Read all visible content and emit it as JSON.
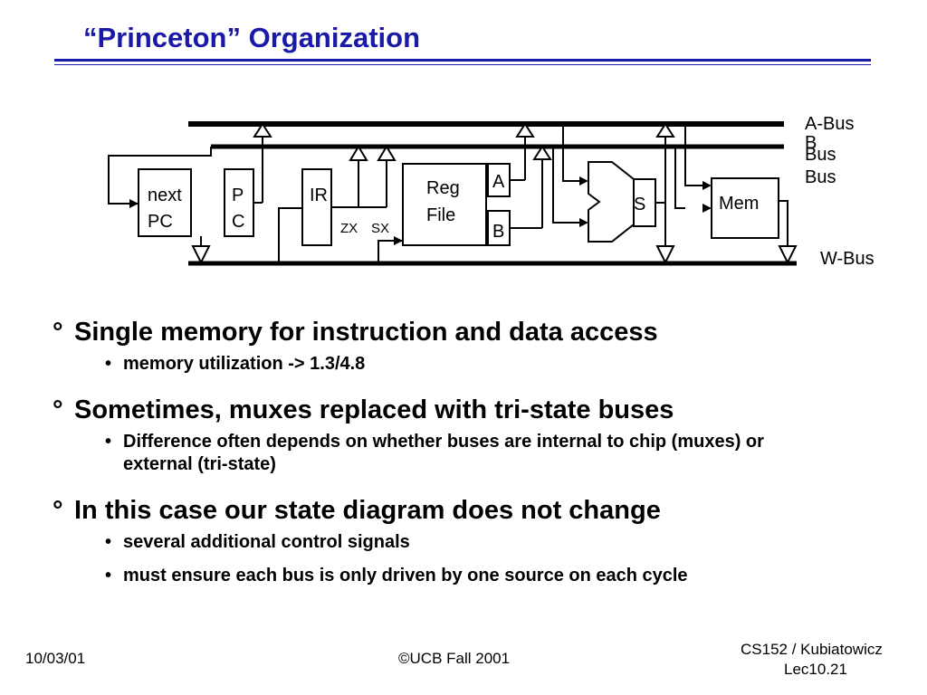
{
  "slide": {
    "title": "“Princeton” Organization",
    "footer": {
      "date": "10/03/01",
      "copyright": "©UCB Fall 2001",
      "course": "CS152 / Kubiatowicz",
      "lecture": "Lec10.21"
    }
  },
  "diagram": {
    "buses": {
      "a_bus": "A-Bus",
      "b_bus_lines": [
        "B",
        "Bus"
      ],
      "b_bus_overlap_lines": [
        "Bus"
      ],
      "w_bus": "W-Bus"
    },
    "blocks": {
      "next_pc": [
        "next",
        "PC"
      ],
      "pc": [
        "P",
        "C"
      ],
      "ir": "IR",
      "zx": "ZX",
      "sx": "SX",
      "reg_file": [
        "Reg",
        "File"
      ],
      "reg_a": "A",
      "reg_b": "B",
      "s": "S",
      "mem": "Mem"
    }
  },
  "bullets": [
    {
      "marker": "°",
      "text": "Single memory for instruction and data access",
      "sub": [
        "memory utilization -> 1.3/4.8"
      ]
    },
    {
      "marker": "°",
      "text": "Sometimes, muxes replaced with tri-state buses",
      "sub": [
        "Difference often depends on whether buses are internal to chip (muxes) or external (tri-state)"
      ]
    },
    {
      "marker": "°",
      "text": "In this case our state diagram does not change",
      "sub": [
        "several additional control signals",
        "must ensure each bus is only driven by one source on each cycle"
      ]
    }
  ],
  "sub_bullet_marker": "•"
}
